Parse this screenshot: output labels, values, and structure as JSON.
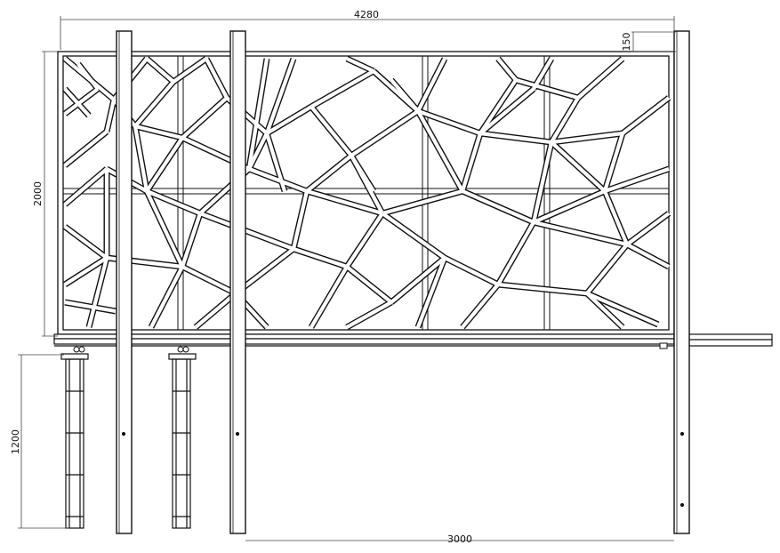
{
  "dimensions": {
    "overall_width": "4280",
    "top_gap": "150",
    "panel_height": "2000",
    "foundation_depth": "1200",
    "opening_width": "3000"
  },
  "colors": {
    "line": "#111111",
    "fill": "#ffffff",
    "dim": "#444444"
  }
}
